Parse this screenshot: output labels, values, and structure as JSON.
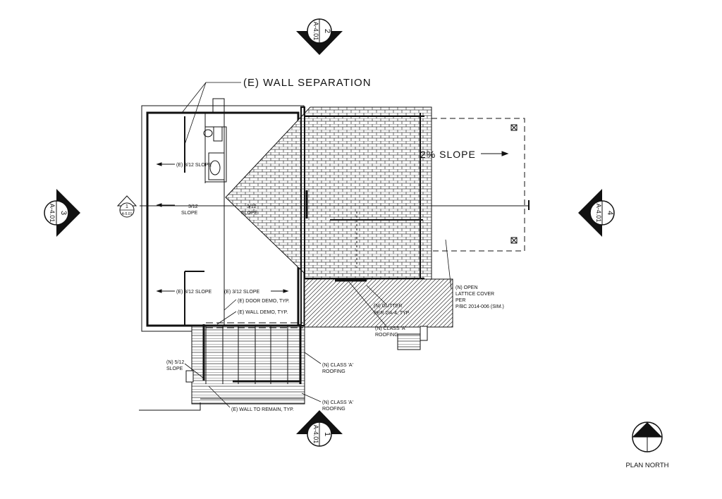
{
  "notes": {
    "wall_separation": "(E) WALL SEPARATION",
    "slope_2pct": "2% SLOPE",
    "slope_e_312_a": "(E) 3/12 SLOPE",
    "slope_a": "3/12",
    "slope_a2": "SLOPE",
    "slope_b": "3/12",
    "slope_b2": "SLOPE",
    "slope_e_312_c": "(E) 3/12 SLOPE",
    "slope_e_312_d": "(E) 3/12 SLOPE",
    "door_demo": "(E) DOOR DEMO, TYP.",
    "wall_demo": "(E) WALL DEMO, TYP.",
    "slope_n_512": "(N) 5/12",
    "slope_n_512_2": "SLOPE",
    "wall_remain": "(E) WALL TO REMAIN, TYP.",
    "class_a_1": "(N) CLASS 'A'",
    "class_a_1b": "ROOFING",
    "class_a_2": "(N) CLASS 'A'",
    "class_a_2b": "ROOFING",
    "class_a_3": "(N) CLASS 'A'",
    "class_a_3b": "ROOFING",
    "gutter_1": "(N) GUTTER",
    "gutter_2": "PER 2/A-4, TYP.",
    "lattice_1": "(N) OPEN",
    "lattice_2": "LATTICE COVER",
    "lattice_3": "PER",
    "lattice_4": "P/BC 2014-006 (SIM.)"
  },
  "markers": {
    "top": {
      "num": "2",
      "sheet": "A-4.01"
    },
    "left": {
      "num": "3",
      "sheet": "A-4.01"
    },
    "right": {
      "num": "4",
      "sheet": "A-4.01"
    },
    "bottom": {
      "num": "1",
      "sheet": "A-4.01"
    },
    "detail": {
      "num": "1",
      "sheet": "A-5.01"
    }
  },
  "plan_north": "PLAN NORTH",
  "colors": {
    "ink": "#111111",
    "paper": "#ffffff"
  }
}
